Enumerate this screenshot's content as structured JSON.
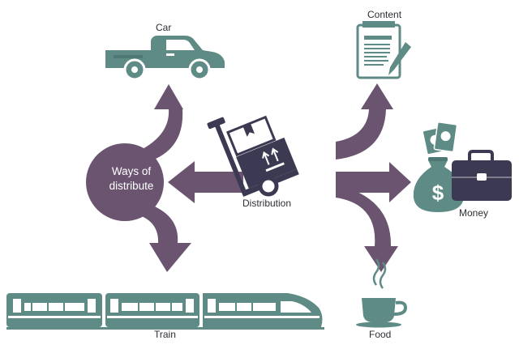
{
  "diagram": {
    "hub": {
      "line1": "Ways of",
      "line2": "distribute"
    },
    "labels": {
      "car": "Car",
      "content": "Content",
      "distribution": "Distribution",
      "money": "Money",
      "train": "Train",
      "food": "Food"
    },
    "colors": {
      "arrow": "#6b5470",
      "teal": "#5e8b86",
      "navy": "#3c3a52",
      "text": "#2e2e36"
    },
    "icons": [
      "car-icon",
      "document-icon",
      "hand-truck-icon",
      "money-bag-icon",
      "briefcase-icon",
      "train-icon",
      "coffee-cup-icon"
    ]
  }
}
